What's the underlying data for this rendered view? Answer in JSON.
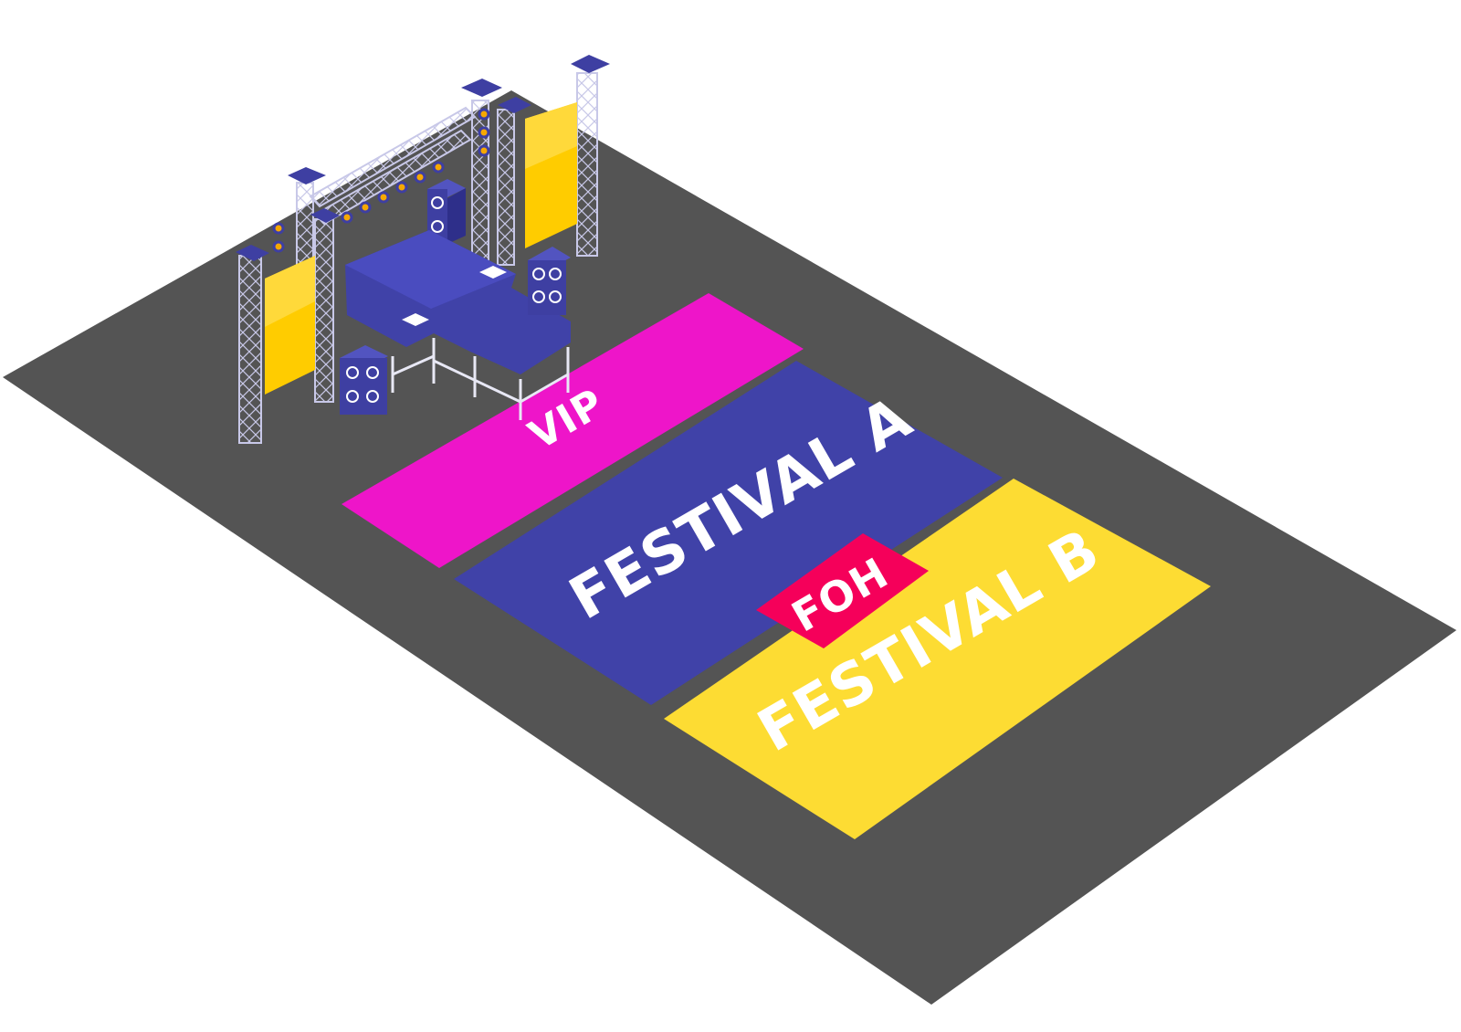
{
  "zones": {
    "vip": {
      "label": "VIP",
      "color": "#ee15c9"
    },
    "festival_a": {
      "label": "FESTIVAL A",
      "color": "#4042a8"
    },
    "festival_b": {
      "label": "FESTIVAL B",
      "color": "#fddc33"
    },
    "foh": {
      "label": "FOH",
      "color": "#f5005a"
    }
  },
  "colors": {
    "ground": "#545454",
    "stage": "#4042a8",
    "truss": "#c8c8e8",
    "screen": "#ffcc00",
    "speaker": "#3e3fa2",
    "light": "#f7a800"
  },
  "icons": {
    "stage": "stage-icon",
    "speaker": "speaker-icon",
    "screen": "led-screen-icon",
    "truss": "truss-tower-icon",
    "light": "stage-light-icon"
  }
}
